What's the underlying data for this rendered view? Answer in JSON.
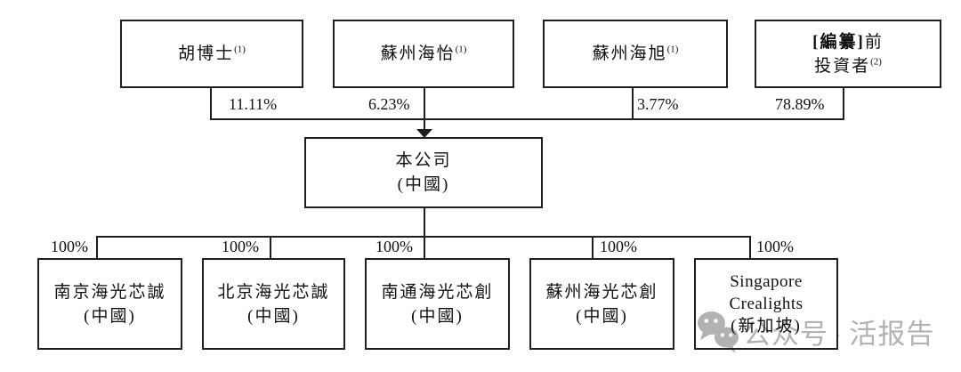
{
  "shareholders": [
    {
      "name": "胡博士",
      "sup": "(1)",
      "pct": "11.11%"
    },
    {
      "name": "蘇州海怡",
      "sup": "(1)",
      "pct": "6.23%"
    },
    {
      "name": "蘇州海旭",
      "sup": "(1)",
      "pct": "3.77%"
    },
    {
      "name_bold": "[編纂]",
      "name_tail": "前",
      "line2": "投資者",
      "sup": "(2)",
      "pct": "78.89%"
    }
  ],
  "company": {
    "name": "本公司",
    "country": "(中國)"
  },
  "subsidiaries": [
    {
      "name": "南京海光芯誠",
      "country": "(中國)",
      "pct": "100%"
    },
    {
      "name": "北京海光芯誠",
      "country": "(中國)",
      "pct": "100%"
    },
    {
      "name": "南通海光芯創",
      "country": "(中國)",
      "pct": "100%"
    },
    {
      "name": "蘇州海光芯創",
      "country": "(中國)",
      "pct": "100%"
    },
    {
      "name": "Singapore",
      "name2": "Crealights",
      "country": "(新加坡)",
      "pct": "100%"
    }
  ],
  "watermark": {
    "account": "公众号",
    "separator": "·",
    "title": "活报告"
  },
  "colors": {
    "line": "#1f1f1f",
    "text": "#111111",
    "watermark": "#b2b2b2",
    "background": "#ffffff"
  }
}
